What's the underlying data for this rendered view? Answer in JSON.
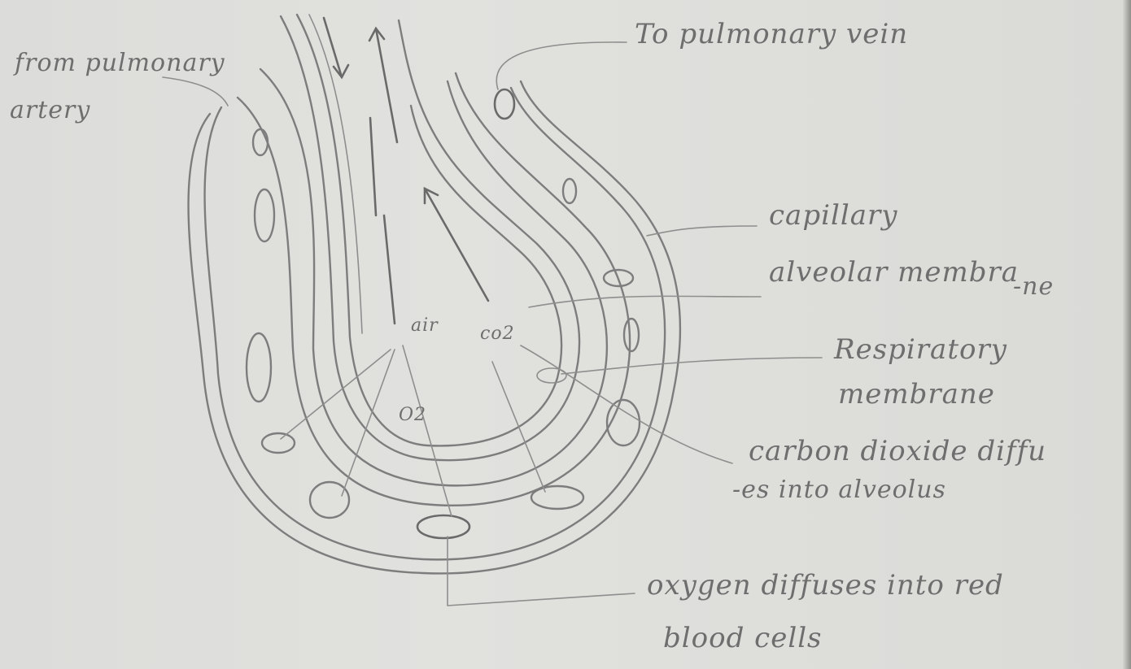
{
  "labels": {
    "from_pulmonary_artery_1": "from pulmonary",
    "from_pulmonary_artery_2": "artery",
    "to_pulmonary_vein": "To pulmonary vein",
    "capillary": "capillary",
    "alveolar_membrane_1": "alveolar membra",
    "alveolar_membrane_2": "-ne",
    "respiratory_membrane_1": "Respiratory",
    "respiratory_membrane_2": "membrane",
    "co2_diffuses_1": "carbon dioxide diffu",
    "co2_diffuses_2": "-es into alveolus",
    "o2_diffuses_1": "oxygen diffuses into red",
    "o2_diffuses_2": "blood cells",
    "air": "air",
    "co2": "co2",
    "o2": "O2"
  },
  "colors": {
    "paper": "#e0e0dd",
    "pencil": "#7d7d7d"
  }
}
